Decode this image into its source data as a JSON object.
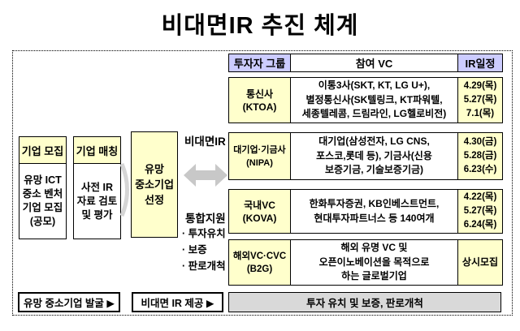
{
  "title": "비대면IR 추진 체계",
  "left_flow": {
    "recruit": {
      "header": "기업 모집",
      "body": "유망 ICT\n중소 벤처\n기업 모집\n(공모)"
    },
    "matching": {
      "header": "기업 매칭",
      "body": "사전 IR\n자료 검토\n및 평가"
    },
    "selection": {
      "label": "유망\n중소기업\n선정"
    }
  },
  "middle": {
    "top_label": "비대면IR",
    "support_label": "통합지원",
    "bullets": "· 투자유치\n· 보증\n·  판로개척"
  },
  "table": {
    "headers": {
      "group": "투자자 그룹",
      "vc": "참여 VC",
      "schedule": "IR일정"
    },
    "rows": [
      {
        "group": "통신사\n(KTOA)",
        "vc": "이통3사(SKT, KT, LG U+),\n별정통신사(SK텔링크, KT파워텔,\n세종텔레콤, 드림라인, LG헬로비전)",
        "schedule": "4.29(목)\n5.27(목)\n7.1(목)"
      },
      {
        "group": "대기업·기금사\n(NIPA)",
        "vc": "대기업(삼성전자, LG CNS,\n포스코,롯데 등), 기금사(신용\n보증기금, 기술보증기금)",
        "schedule": "4.30(금)\n5.28(금)\n6.23(수)"
      },
      {
        "group": "국내VC\n(KOVA)",
        "vc": "한화투자증권, KB인베스트먼트,\n현대투자파트너스 등 140여개",
        "schedule": "4.22(목)\n5.27(목)\n6.24(목)"
      },
      {
        "group": "해외VC·CVC\n(B2G)",
        "vc": "해외 유명 VC 및\n오픈이노베이션을 목적으로\n하는 글로벌기업",
        "schedule": "상시모집"
      }
    ]
  },
  "bottom_flow": {
    "step1": "유망 중소기업 발굴 ▶",
    "step2": "비대면 IR 제공 ▶",
    "step3": "투자 유치 및 보증, 판로개척"
  },
  "colors": {
    "highlight_yellow": "#ffffcc",
    "header_lavender": "#ccccff",
    "result_gray": "#d9d9d9",
    "arrow_gray": "#c8c8c8",
    "border_black": "#000000"
  }
}
